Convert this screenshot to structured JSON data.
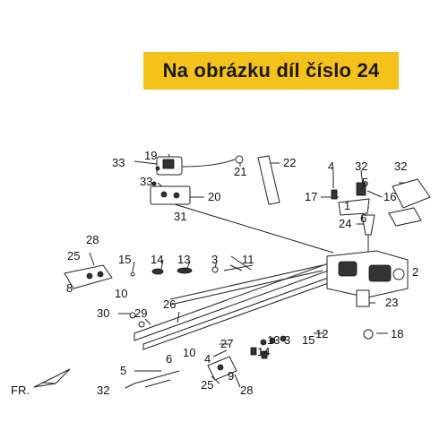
{
  "banner": {
    "text": "Na obrázku díl číslo 24",
    "color": "#f5c21b"
  },
  "diagram": {
    "direction_label": "FR.",
    "callouts": [
      "33",
      "19",
      "21",
      "22",
      "33",
      "20",
      "31",
      "4",
      "32",
      "32",
      "17",
      "16",
      "1",
      "5",
      "24",
      "6",
      "28",
      "15",
      "14",
      "13",
      "3",
      "11",
      "25",
      "2",
      "8",
      "10",
      "26",
      "23",
      "30",
      "29",
      "27",
      "12",
      "18",
      "5",
      "6",
      "10",
      "4",
      "14",
      "13",
      "3",
      "15",
      "9",
      "32",
      "25",
      "28"
    ]
  }
}
